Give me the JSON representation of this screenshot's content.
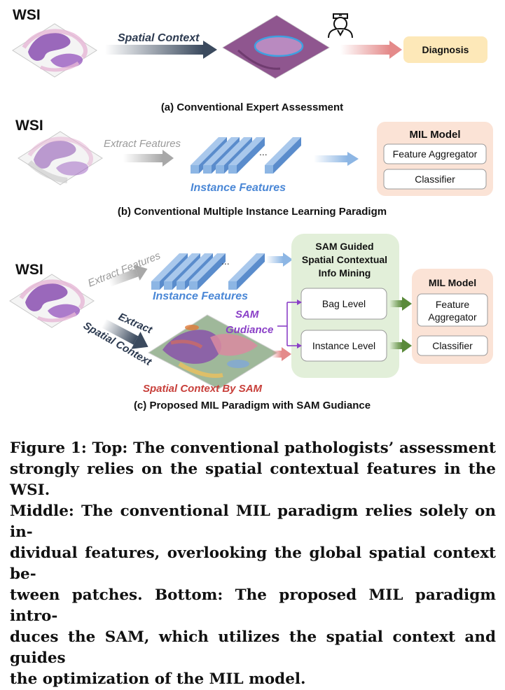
{
  "panel_a": {
    "wsi_label": "WSI",
    "spatial_context_label": "Spatial Context",
    "diagnosis_label": "Diagnosis",
    "caption": "(a) Conventional Expert Assessment"
  },
  "panel_b": {
    "wsi_label": "WSI",
    "extract_features_label": "Extract Features",
    "instance_features_label": "Instance Features",
    "mil_model_title": "MIL Model",
    "feature_aggregator_label": "Feature Aggregator",
    "classifier_label": "Classifier",
    "ellipsis": "...",
    "caption": "(b) Conventional Multiple Instance Learning Paradigm"
  },
  "panel_c": {
    "wsi_label": "WSI",
    "extract_features_label": "Extract Features",
    "instance_features_label": "Instance Features",
    "extract_label": "Extract",
    "spatial_context_label": "Spatial Context",
    "sam_label": "SAM",
    "guidance_label": "Gudiance",
    "sam_box_line1": "SAM Guided",
    "sam_box_line2": "Spatial Contextual",
    "sam_box_line3": "Info Mining",
    "bag_level_label": "Bag Level",
    "instance_level_label": "Instance Level",
    "mil_model_title": "MIL Model",
    "feature_label": "Feature",
    "aggregator_label": "Aggregator",
    "classifier_label": "Classifier",
    "spatial_context_by_sam_label": "Spatial Context By SAM",
    "ellipsis": "...",
    "caption": "(c)  Proposed MIL Paradigm with SAM Gudiance"
  },
  "figure_caption": {
    "line1": "Figure 1: Top: The conventional pathologists’ assessment",
    "line2": "strongly relies on the spatial contextual features in the WSI.",
    "line3": "Middle: The conventional MIL paradigm relies solely on in-",
    "line4": "dividual features, overlooking the global spatial context be-",
    "line5": "tween patches. Bottom: The proposed MIL paradigm intro-",
    "line6": "duces the SAM, which utilizes the spatial context and guides",
    "line7": "the optimization of the MIL model."
  },
  "colors": {
    "tissue_purple": "#8a4fb0",
    "tissue_pink": "#e6b7d6",
    "feature_blue": "#8db6e4",
    "feature_blue_dark": "#5a8ccc",
    "feature_text_blue": "#4a87d6",
    "mil_box_fill": "#fbe3d6",
    "sam_box_fill": "#e2efd9",
    "sam_text_purple": "#8a3fc7",
    "spatial_sam_red": "#c8403b",
    "diagnosis_fill": "#fde8b8",
    "arrow_dark": "#3b4a5e",
    "arrow_green": "#5a8a3a",
    "arrow_pink": "#e48a8a"
  }
}
